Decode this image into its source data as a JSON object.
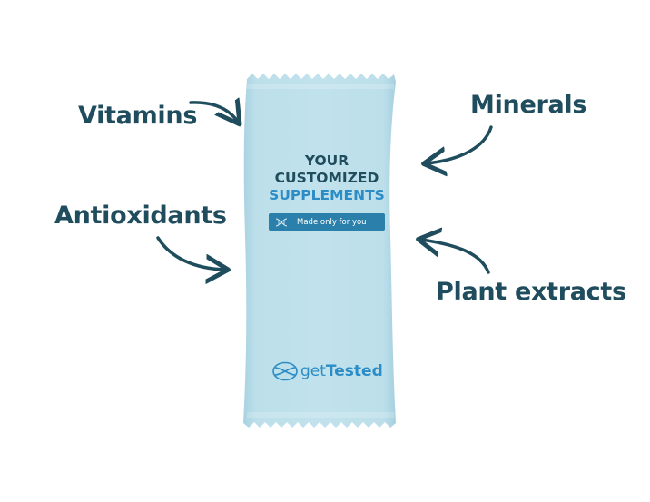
{
  "labels": {
    "vitamins": "Vitamins",
    "minerals": "Minerals",
    "antioxidants": "Antioxidants",
    "plant_extracts": "Plant extracts"
  },
  "packet": {
    "line1": "YOUR",
    "line2": "CUSTOMIZED",
    "line3": "SUPPLEMENTS",
    "badge_text": "Made only for you",
    "brand_part1": "get",
    "brand_part2": "Tested"
  },
  "colors": {
    "label_text": "#1f4d5d",
    "arrow": "#1f4d5d",
    "packet_fill": "#b7dbe8",
    "packet_dark_text": "#1f4d5d",
    "packet_accent": "#2c8cc6",
    "badge_bg": "#2a7fab",
    "brand_color": "#2c8cc6"
  },
  "icons": {
    "badge": "dna-helix-icon",
    "brand": "dna-helix-icon"
  }
}
